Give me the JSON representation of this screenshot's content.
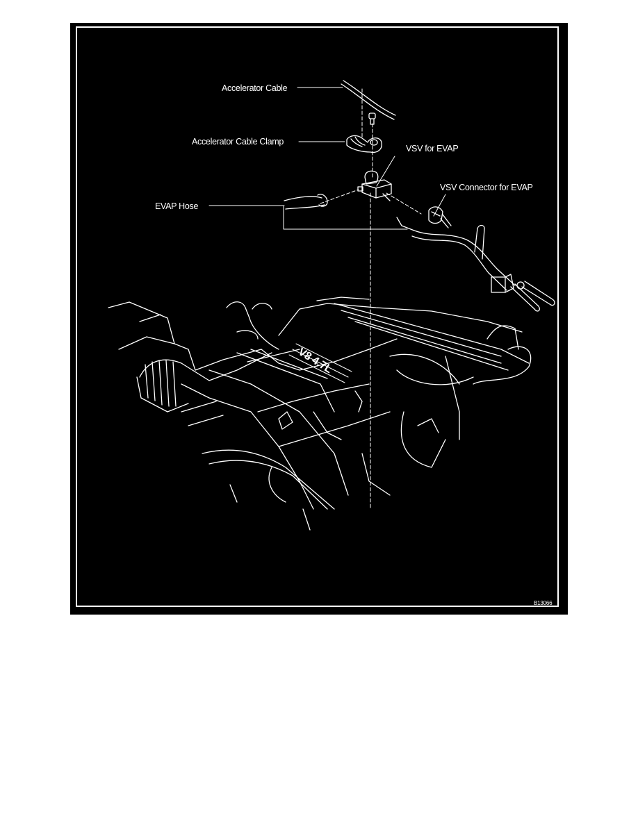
{
  "figure": {
    "background": "#000000",
    "line_color": "#ffffff",
    "labels": {
      "accelerator_cable": "Accelerator Cable",
      "accelerator_cable_clamp": "Accelerator Cable Clamp",
      "vsv_for_evap": "VSV for EVAP",
      "vsv_connector_for_evap": "VSV Connector for EVAP",
      "evap_hose": "EVAP Hose"
    },
    "engine_badge": "V8 4.7L",
    "figure_code": "B13066"
  }
}
